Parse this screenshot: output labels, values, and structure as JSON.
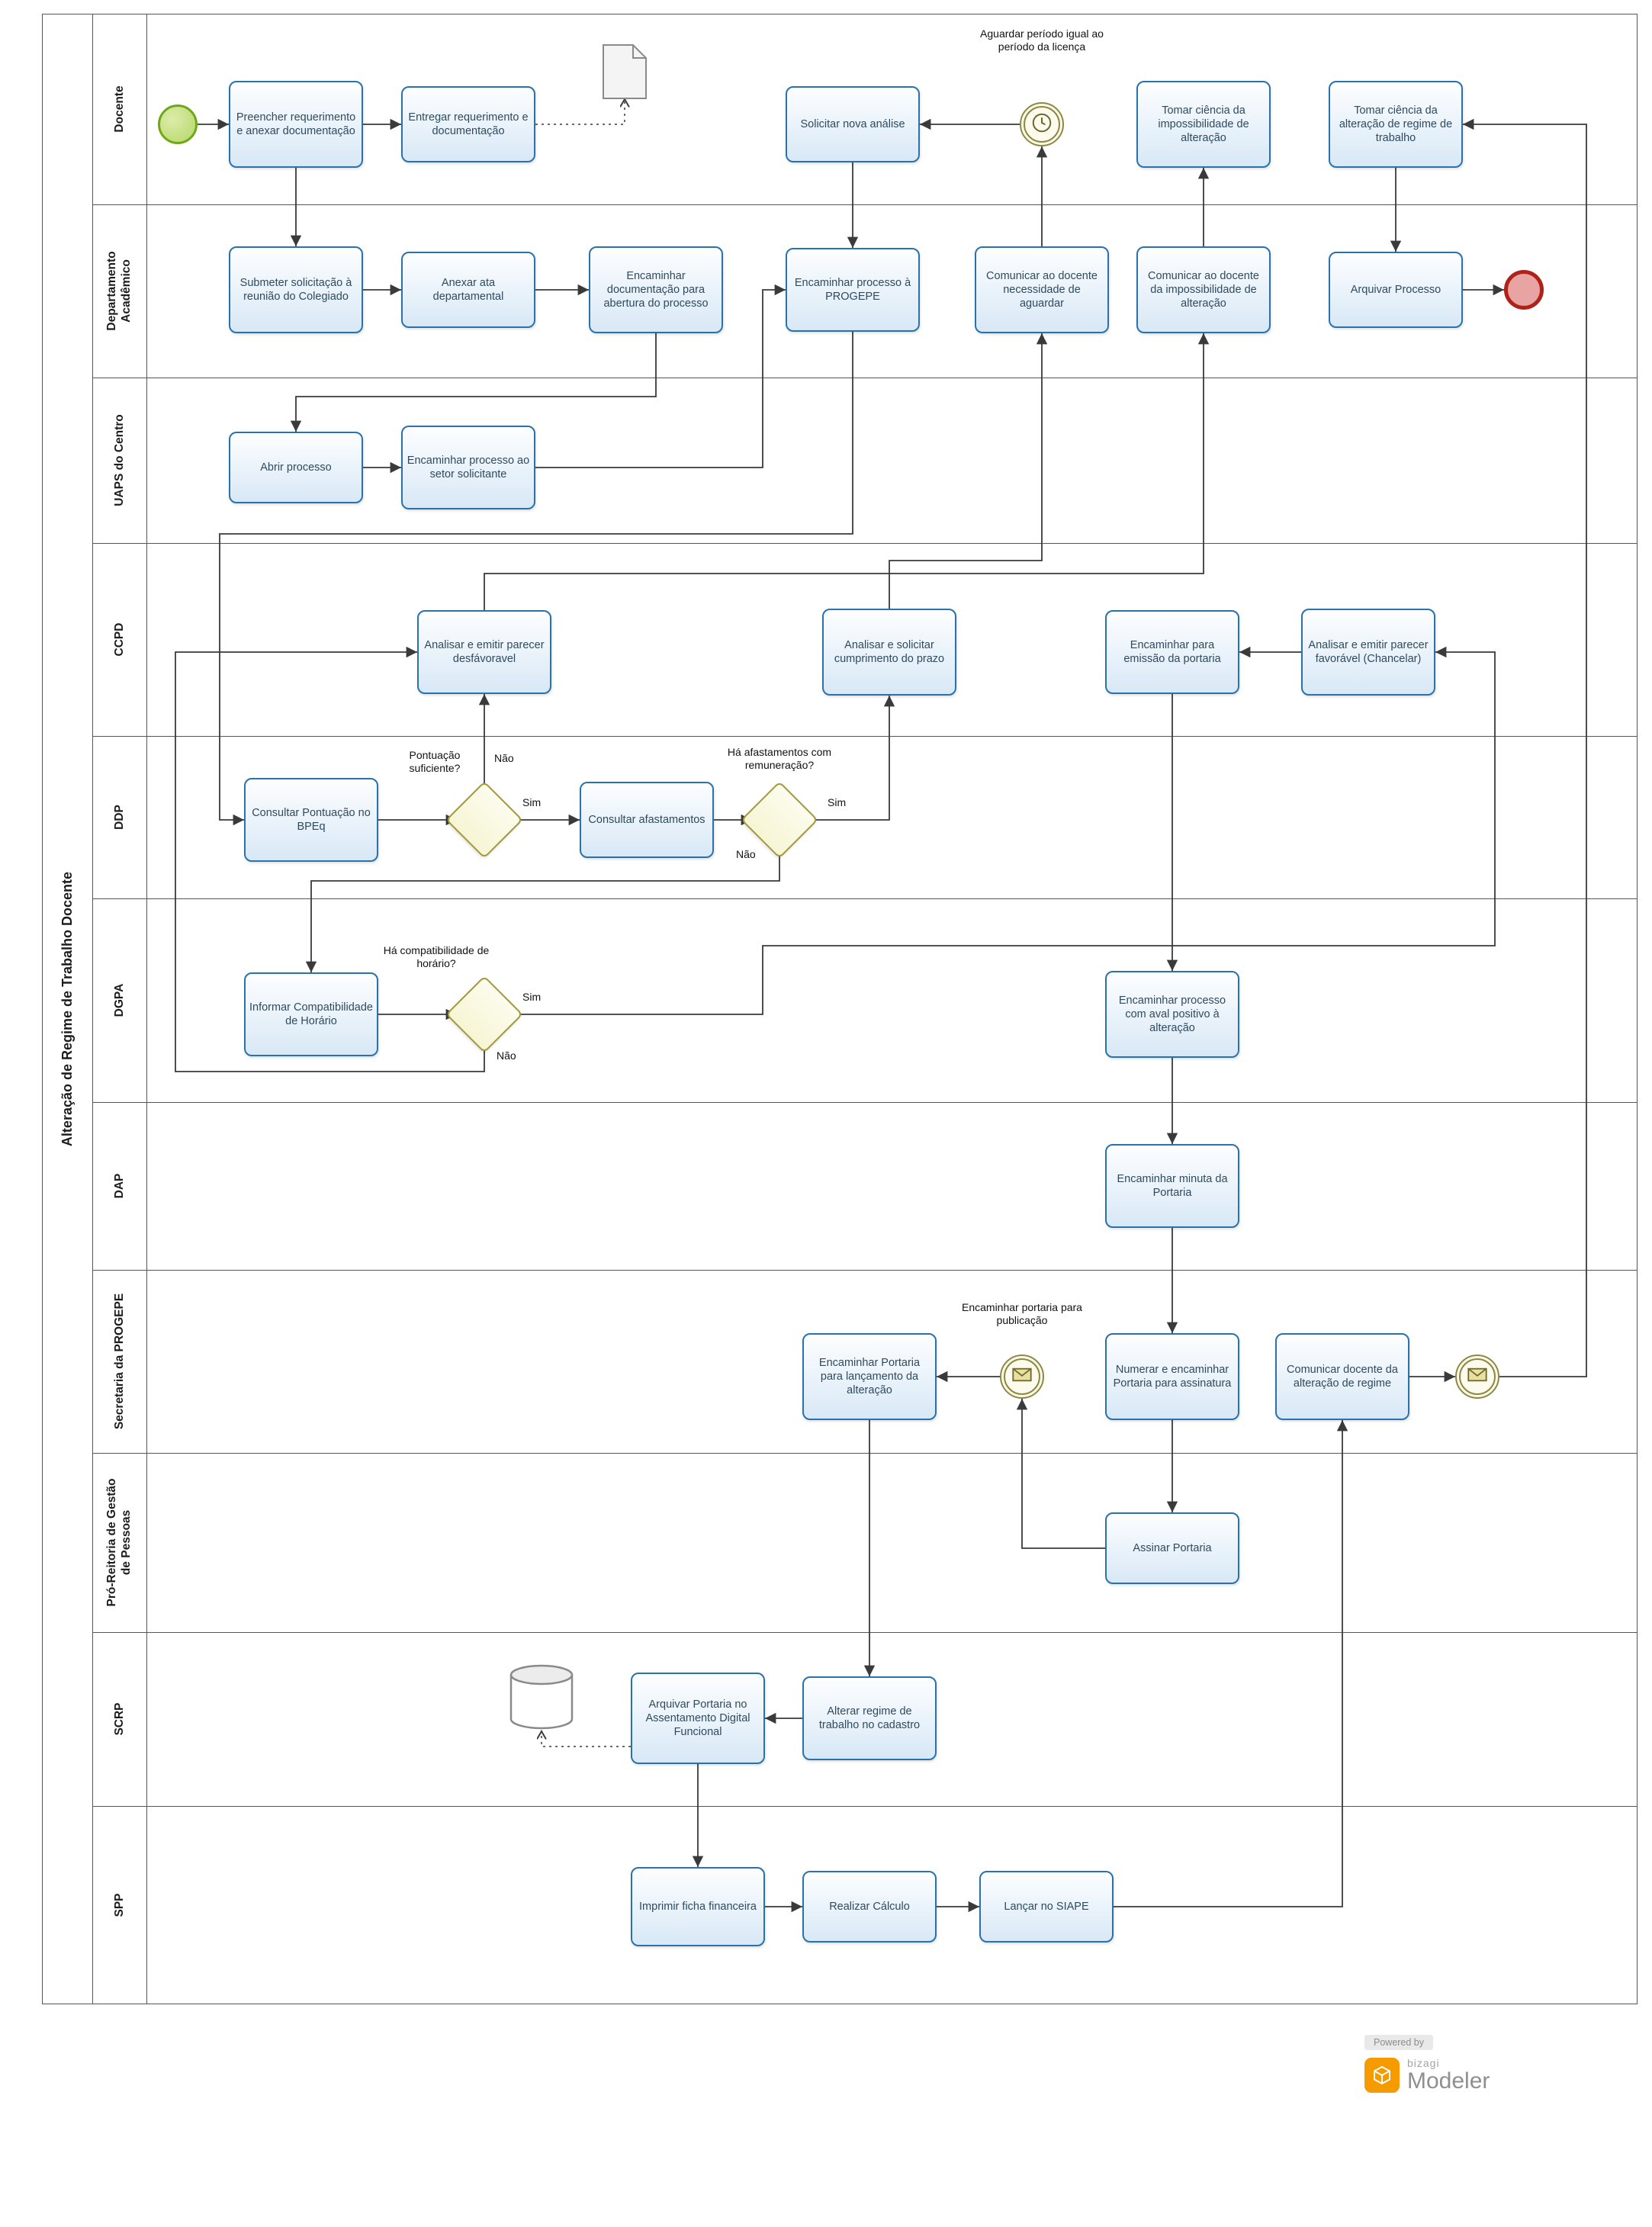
{
  "diagram": {
    "title": "Alteração de Regime de Trabalho Docente"
  },
  "lanes": [
    {
      "label": "Docente"
    },
    {
      "label": "Departamento\nAcadêmico"
    },
    {
      "label": "UAPS do Centro"
    },
    {
      "label": "CCPD"
    },
    {
      "label": "DDP"
    },
    {
      "label": "DGPA"
    },
    {
      "label": "DAP"
    },
    {
      "label": "Secretaria da PROGEPE"
    },
    {
      "label": "Pró-Reitoria de Gestão\nde Pessoas"
    },
    {
      "label": "SCRP"
    },
    {
      "label": "SPP"
    }
  ],
  "nodes": {
    "preencher": {
      "label": "Preencher requerimento e anexar documentação"
    },
    "entregar": {
      "label": "Entregar requerimento e documentação"
    },
    "solicitar_nova": {
      "label": "Solicitar nova análise"
    },
    "timer_aguardar": {
      "label": "Aguardar período igual ao período da licença"
    },
    "tomar_impossibilidade": {
      "label": "Tomar ciência da impossibilidade de alteração"
    },
    "tomar_alteracao": {
      "label": "Tomar ciência da alteração de regime de trabalho"
    },
    "submeter": {
      "label": "Submeter solicitação à reunião do Colegiado"
    },
    "anexar": {
      "label": "Anexar ata departamental"
    },
    "encaminhar_documentacao": {
      "label": "Encaminhar documentação para abertura do processo"
    },
    "encaminhar_progepe": {
      "label": "Encaminhar processo à PROGEPE"
    },
    "comunicar_aguardar": {
      "label": "Comunicar ao docente necessidade de aguardar"
    },
    "comunicar_impossibilidade": {
      "label": "Comunicar ao docente da impossibilidade de alteração"
    },
    "arquivar_processo": {
      "label": "Arquivar Processo"
    },
    "abrir_processo": {
      "label": "Abrir processo"
    },
    "encaminhar_setor": {
      "label": "Encaminhar processo ao setor solicitante"
    },
    "parecer_desfavoravel": {
      "label": "Analisar e emitir parecer desfávoravel"
    },
    "analisar_prazo": {
      "label": "Analisar e solicitar cumprimento do prazo"
    },
    "encaminhar_emissao": {
      "label": "Encaminhar para emissão da portaria"
    },
    "parecer_favoravel": {
      "label": "Analisar e emitir parecer favorável (Chancelar)"
    },
    "consultar_pontuacao": {
      "label": "Consultar Pontuação no BPEq"
    },
    "gw_pontuacao": {
      "label": "Pontuação suficiente?"
    },
    "consultar_afastamentos": {
      "label": "Consultar afastamentos"
    },
    "gw_afastamentos": {
      "label": "Há afastamentos com remuneração?"
    },
    "informar_compatibilidade": {
      "label": "Informar Compatibilidade de Horário"
    },
    "gw_compatibilidade": {
      "label": "Há compatibilidade de horário?"
    },
    "aval_positivo": {
      "label": "Encaminhar processo com aval positivo à alteração"
    },
    "minuta_portaria": {
      "label": "Encaminhar minuta da Portaria"
    },
    "encaminhar_lancamento": {
      "label": "Encaminhar Portaria para lançamento da alteração"
    },
    "msg_publicacao": {
      "label": "Encaminhar portaria para publicação"
    },
    "numerar_portaria": {
      "label": "Numerar e encaminhar Portaria para assinatura"
    },
    "comunicar_alteracao": {
      "label": "Comunicar docente da alteração de regime"
    },
    "assinar_portaria": {
      "label": "Assinar Portaria"
    },
    "arquivar_portaria": {
      "label": "Arquivar Portaria no Assentamento Digital Funcional"
    },
    "alterar_regime": {
      "label": "Alterar regime de trabalho no cadastro"
    },
    "imprimir_ficha": {
      "label": "Imprimir ficha financeira"
    },
    "realizar_calculo": {
      "label": "Realizar Cálculo"
    },
    "lancar_siape": {
      "label": "Lançar no SIAPE"
    }
  },
  "edge_labels": {
    "pontuacao_nao": "Não",
    "pontuacao_sim": "Sim",
    "afastamentos_sim": "Sim",
    "afastamentos_nao": "Não",
    "compatibilidade_sim": "Sim",
    "compatibilidade_nao": "Não"
  },
  "footer": {
    "powered_by": "Powered by",
    "brand": "bizagi",
    "product": "Modeler"
  },
  "colors": {
    "task_border": "#2a72ad",
    "task_fill_top": "#fdfeff",
    "task_fill_bottom": "#d8e8f6",
    "gateway_border": "#a39a3f",
    "gateway_fill": "#f6f5d4",
    "start_border": "#6fa816",
    "start_fill": "#b5d766",
    "end_border": "#b02118",
    "end_fill": "#e8a3a3",
    "event_border": "#8f8840",
    "line": "#3a3a3a",
    "logo_orange": "#f59b00"
  }
}
